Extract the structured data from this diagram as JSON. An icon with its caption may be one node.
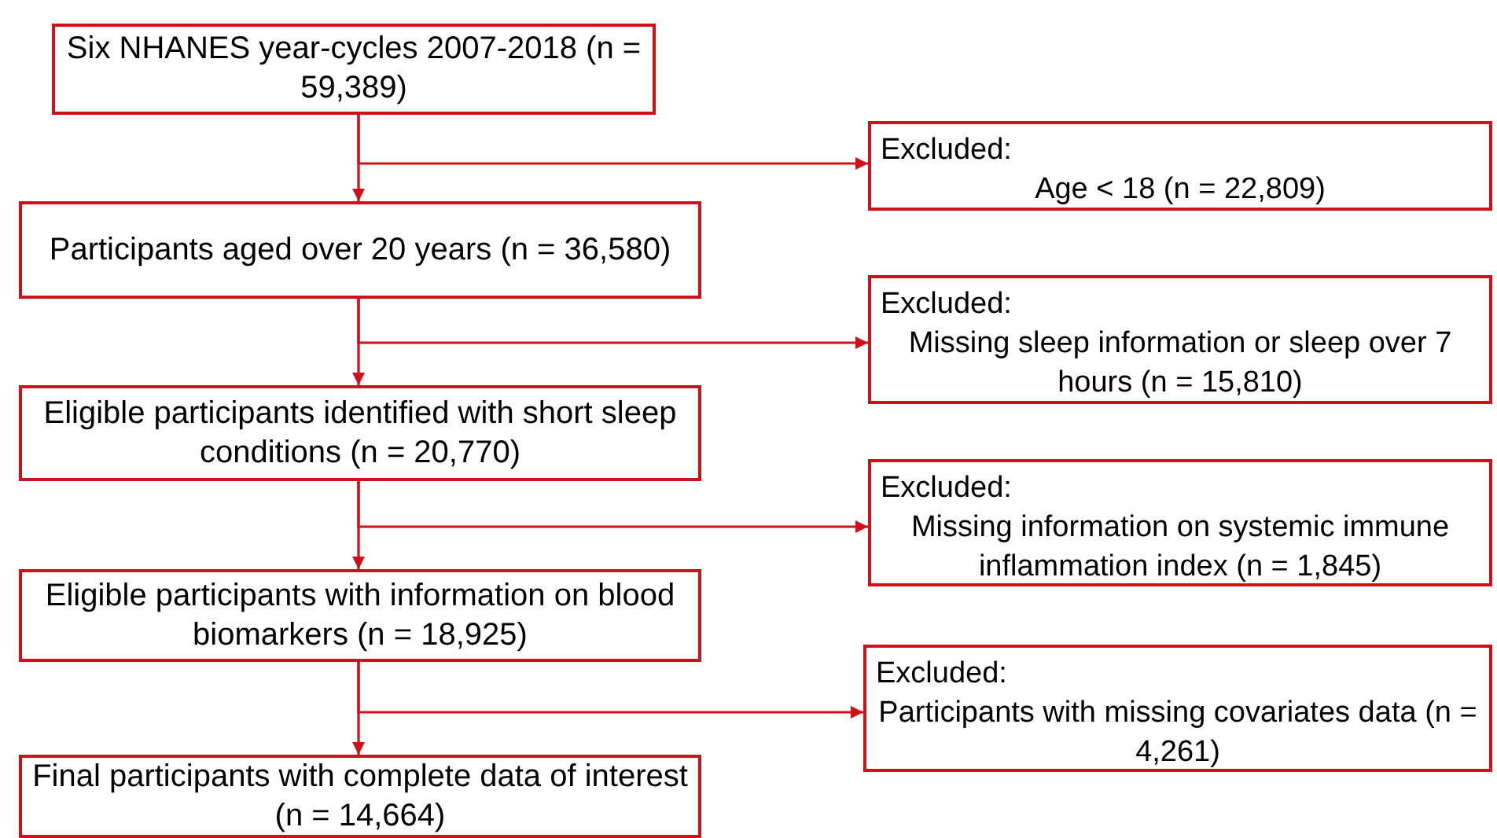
{
  "diagram": {
    "nodes": [
      {
        "text": [
          "Six NHANES year-cycles 2007-2018 (n = 59,389)"
        ]
      },
      {
        "text": [
          "Participants aged over 20 years (n = 36,580)"
        ]
      },
      {
        "text": [
          "Eligible participants identified with short sleep conditions (n = 20,770)"
        ]
      },
      {
        "text": [
          "Eligible participants with information on blood biomarkers (n = 18,925)"
        ]
      },
      {
        "text": [
          "Final participants with complete data of interest (n = 14,664)"
        ]
      },
      {
        "text": [
          "Excluded:",
          "Age < 18 (n = 22,809)"
        ]
      },
      {
        "text": [
          "Excluded:",
          "Missing sleep information or sleep over 7 hours (n = 15,810)"
        ]
      },
      {
        "text": [
          "Excluded:",
          "Missing information on systemic immune inflammation index (n = 1,845)"
        ]
      },
      {
        "text": [
          "Excluded:",
          "Participants with missing covariates data (n = 4,261)"
        ]
      }
    ],
    "edges": [
      {
        "from": 0,
        "to": 1,
        "arrow": "to"
      },
      {
        "from": 0,
        "to": 5,
        "arrow": "to"
      },
      {
        "from": 1,
        "to": 2,
        "arrow": "to"
      },
      {
        "from": 1,
        "to": 6,
        "arrow": "to"
      },
      {
        "from": 2,
        "to": 3,
        "arrow": "to"
      },
      {
        "from": 2,
        "to": 7,
        "arrow": "to"
      },
      {
        "from": 3,
        "to": 4,
        "arrow": "to"
      },
      {
        "from": 3,
        "to": 8,
        "arrow": "to"
      }
    ]
  }
}
